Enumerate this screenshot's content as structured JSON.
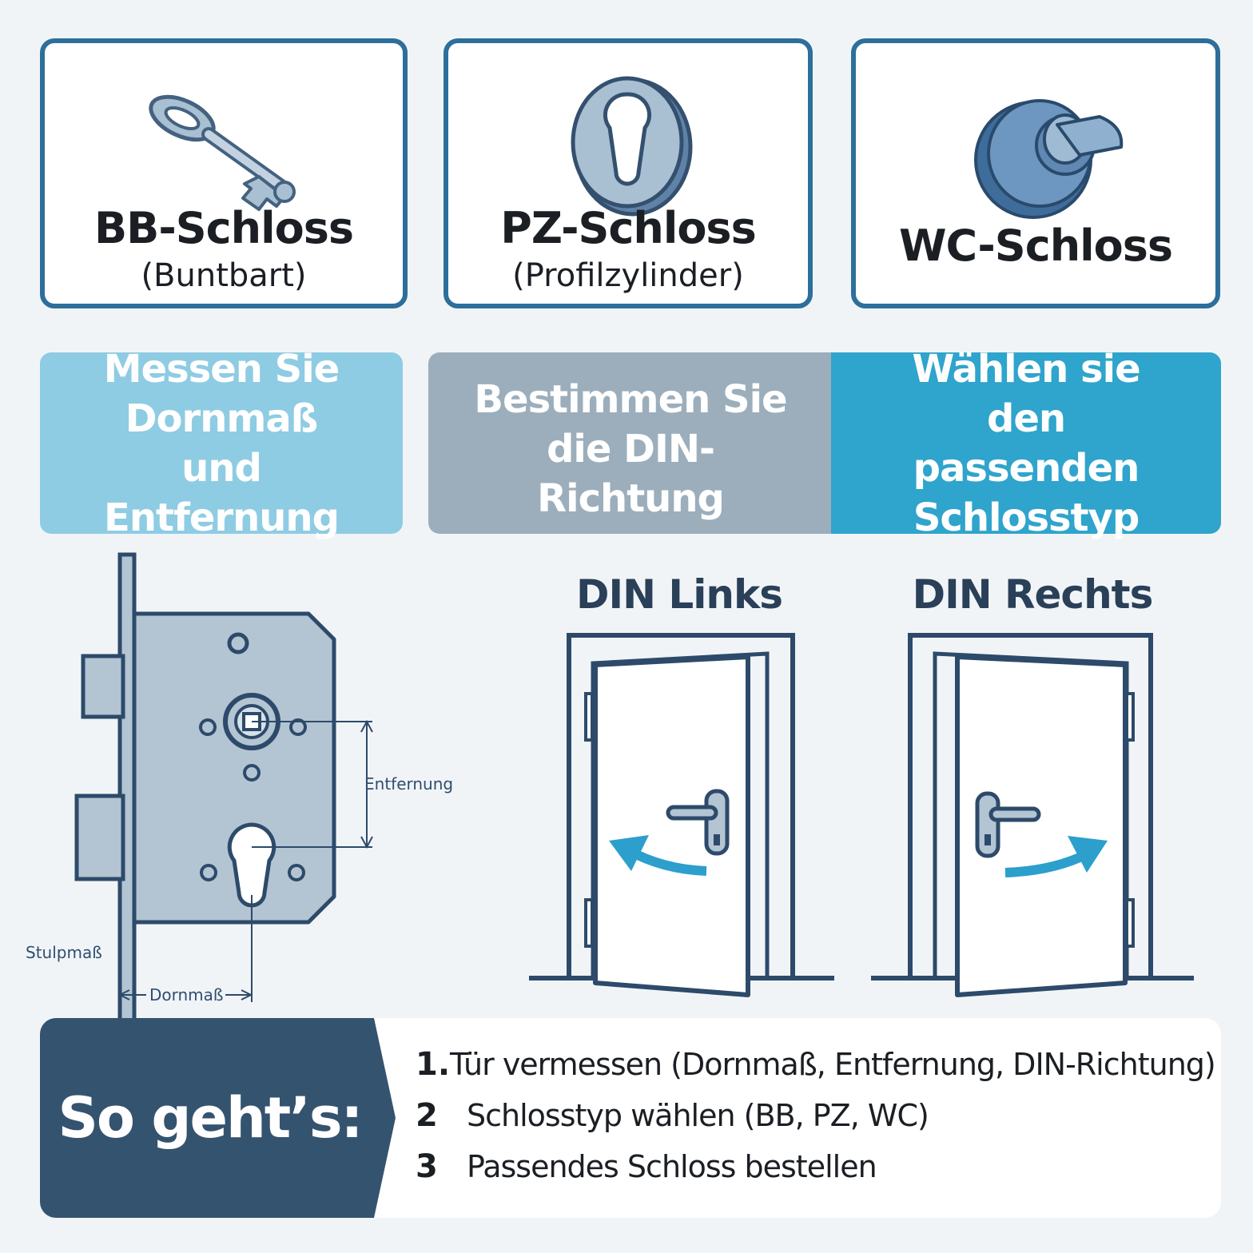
{
  "lock_types": [
    {
      "title": "BB-Schloss",
      "subtitle": "(Buntbart)",
      "icon": "key-icon"
    },
    {
      "title": "PZ-Schloss",
      "subtitle": "(Profilzylinder)",
      "icon": "profile-cylinder-rosette-icon"
    },
    {
      "title": "WC-Schloss",
      "icon": "wc-turn-knob-icon"
    }
  ],
  "steps_bar": [
    {
      "text": "Messen Sie Dornmaß und Entfernung",
      "color": "#8ecce3"
    },
    {
      "text": "Bestimmen Sie die DIN-Richtung",
      "color": "#9caebb"
    },
    {
      "text": "Wählen sie den passenden Schlosstyp",
      "color": "#2fa4cc"
    }
  ],
  "lock_diagram": {
    "labels": {
      "entfernung": "Entfernung",
      "stulpmass": "Stulpmaß",
      "dornmass": "Dornmaß"
    }
  },
  "din": {
    "left": {
      "title": "DIN Links"
    },
    "right": {
      "title": "DIN Rechts"
    }
  },
  "how_to": {
    "heading": "So geht’s:",
    "steps": [
      {
        "num": "1.",
        "text": "Tür vermessen (Dornmaß, Entfernung, DIN-Richtung)"
      },
      {
        "num": "2",
        "text": "Schlosstyp wählen (BB, PZ, WC)"
      },
      {
        "num": "3",
        "text": "Passendes Schloss bestellen"
      }
    ]
  },
  "colors": {
    "card_border": "#2c6f9a",
    "lock_line": "#2d4a6a",
    "lock_fill": "#b3c4d3",
    "arrow": "#2c9fcc",
    "banner": "#34536f"
  }
}
